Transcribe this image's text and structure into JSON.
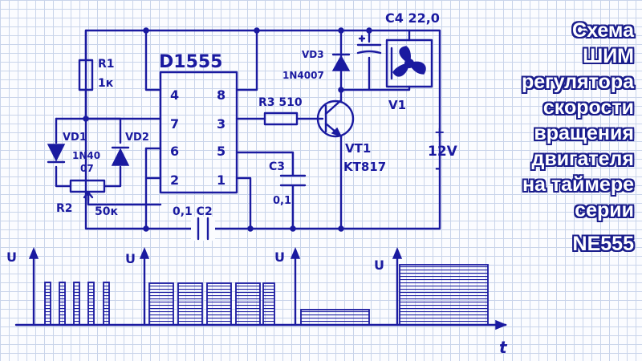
{
  "chip": {
    "name": "D1555",
    "pins": {
      "p4": "4",
      "p8": "8",
      "p7": "7",
      "p3": "3",
      "p6": "6",
      "p5": "5",
      "p2": "2",
      "p1": "1"
    }
  },
  "components": {
    "r1_name": "R1",
    "r1_value": "1к",
    "vd1": "VD1",
    "vd2": "VD2",
    "diode_type_a": "1N40",
    "diode_type_b": "07",
    "r2_name": "R2",
    "r2_value": "50к",
    "c2": "0,1  C2",
    "r3": "R3 510",
    "c3_name": "C3",
    "c3_value": "0,1",
    "vd3_name": "VD3",
    "vd3_type": "1N4007",
    "c4": "C4 22,0",
    "vt1_name": "VT1",
    "vt1_type": "KT817",
    "fan": "V1",
    "supply_plus": "+",
    "supply": "12V",
    "supply_minus": "-"
  },
  "graphs": {
    "u_label": "U",
    "t_label": "t"
  },
  "title": {
    "lines": [
      "Схема",
      "ШИМ",
      "регулятора",
      "скорости",
      "вращения",
      "двигателя",
      "на таймере",
      "серии"
    ],
    "model": "NE555",
    "text_color": "#ffffff",
    "outline_color": "#1a1d8c"
  },
  "colors": {
    "ink": "#1a1aa0",
    "grid": "#c9d4ea",
    "paper": "#fbfcff"
  }
}
